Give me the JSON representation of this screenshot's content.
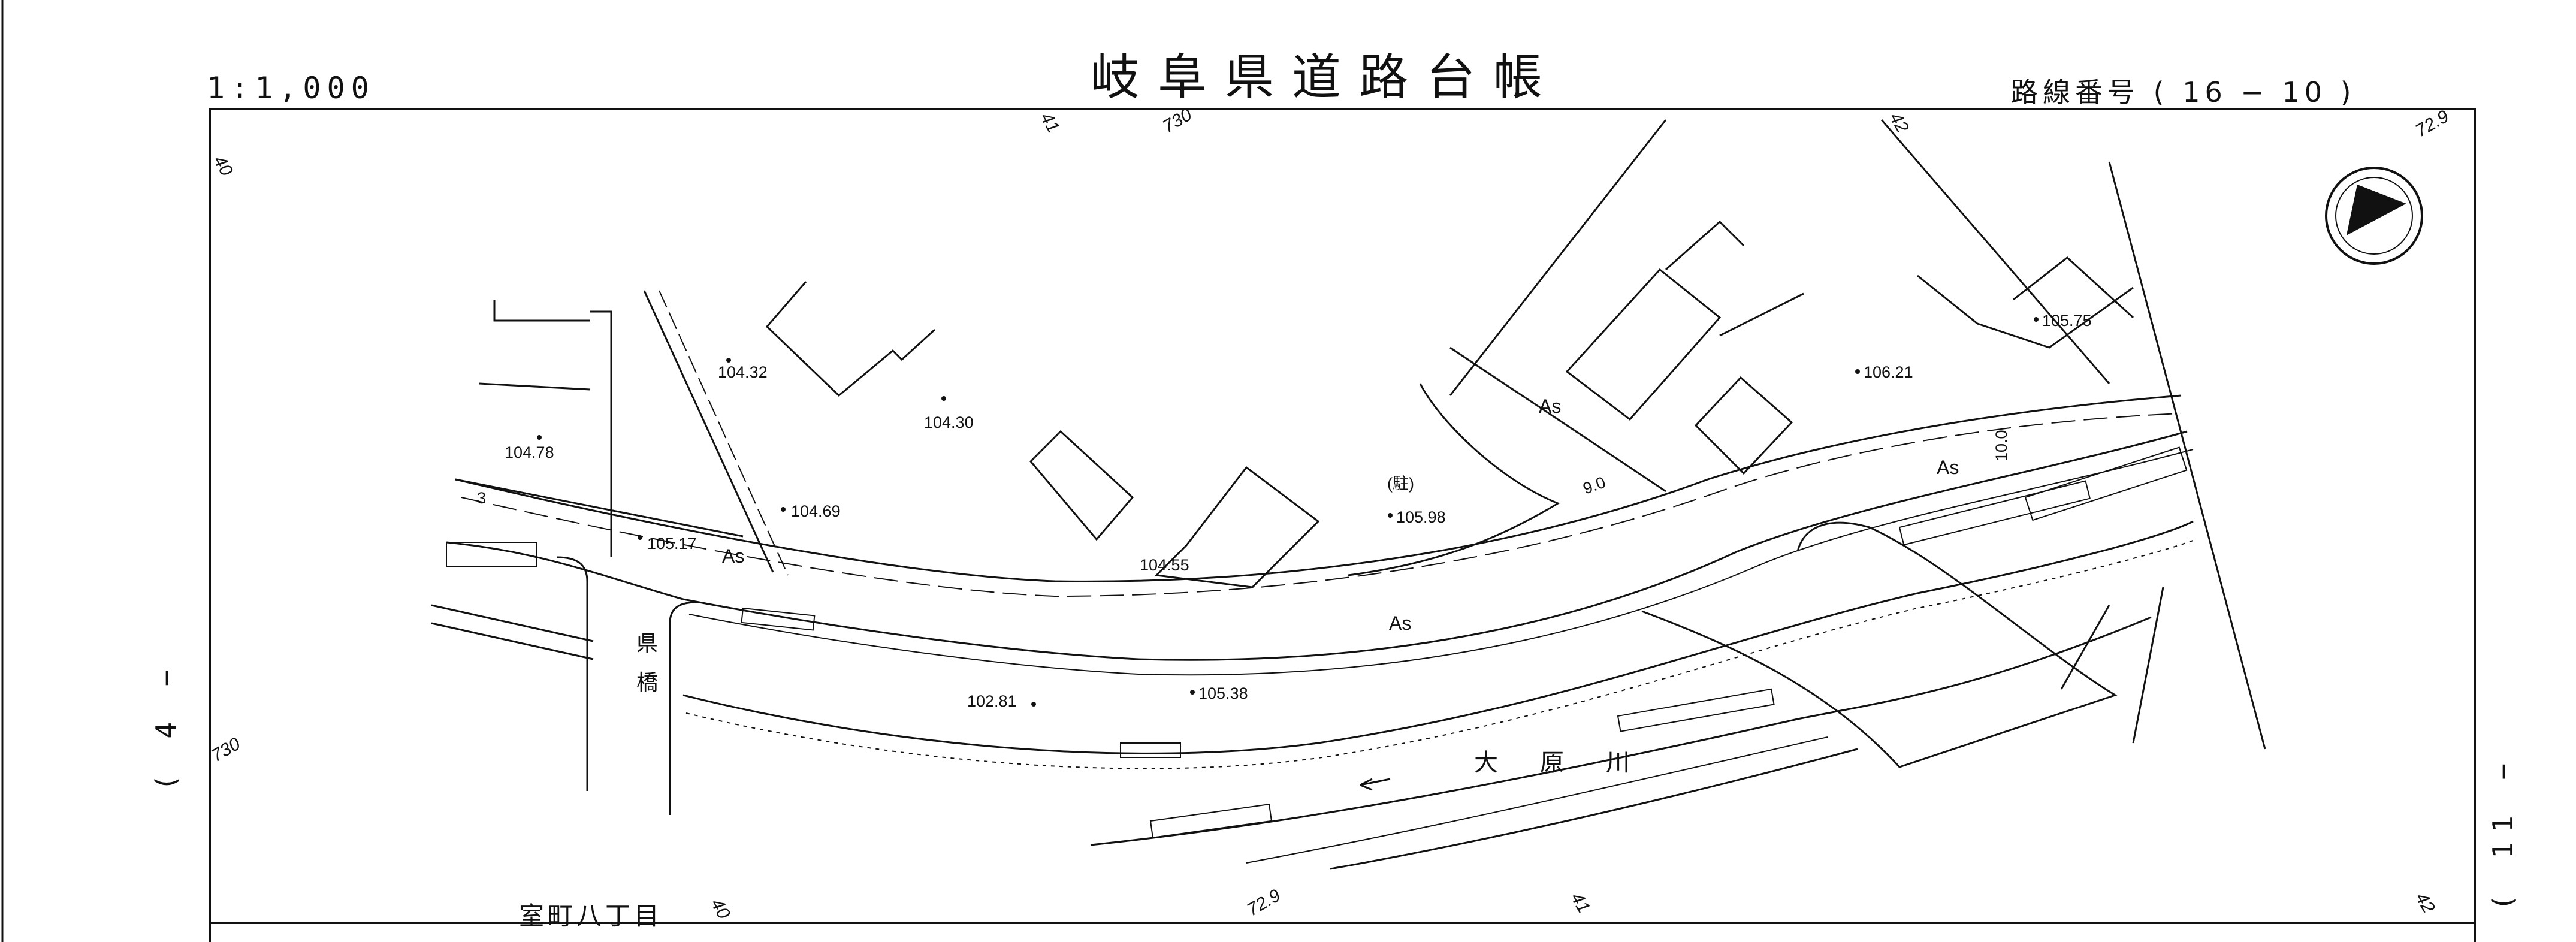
{
  "header": {
    "title": "岐阜県道路台帳",
    "scale": "1:1,000",
    "route_number": "路線番号 ( 16 − 10 )"
  },
  "sides": {
    "left": "( 4 −",
    "right": "( 11 −"
  },
  "elevations": [
    "104.32",
    "104.30",
    "104.78",
    "104.69",
    "105.17",
    "104.55",
    "105.98",
    "105.75",
    "106.21",
    "102.81",
    "105.38"
  ],
  "labels": {
    "as_1": "As",
    "as_2": "As",
    "as_3": "As",
    "as_4": "As",
    "parking": "(駐)",
    "bridge_1": "県",
    "bridge_2": "橋",
    "river": "大原川",
    "town_upper": "室町八丁目",
    "num_3": "3",
    "dim_9": "9.0",
    "dim_10": "10.0"
  },
  "grid_marks": [
    "40",
    "730",
    "41",
    "42",
    "72.9",
    "730",
    "40",
    "72.9",
    "41",
    "42"
  ],
  "colors": {
    "line": "#111111",
    "paper": "#ffffff"
  }
}
